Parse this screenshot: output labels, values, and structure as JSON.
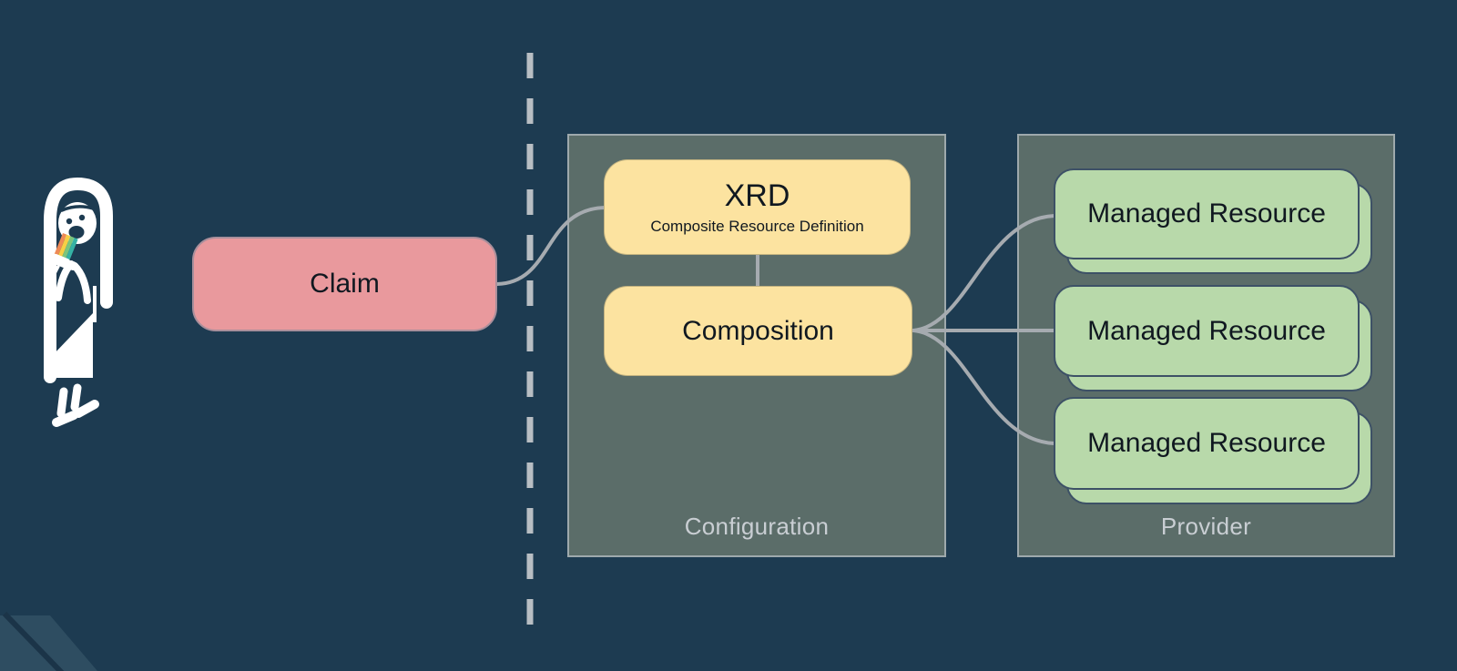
{
  "diagram": {
    "topic": "Crossplane composition architecture",
    "background_color": "#1d3b51",
    "divider": {
      "style": "dashed-vertical",
      "color": "#b8bec3"
    },
    "connector_color": "#a6abb0"
  },
  "nodes": {
    "claim": {
      "label": "Claim",
      "fill": "#e9999d"
    },
    "xrd": {
      "label": "XRD",
      "sublabel": "Composite Resource Definition",
      "fill": "#fce3a0"
    },
    "composition": {
      "label": "Composition",
      "fill": "#fce3a0"
    },
    "managed_resources": [
      {
        "label": "Managed Resource",
        "fill": "#b8d9aa",
        "stacked": true
      },
      {
        "label": "Managed Resource",
        "fill": "#b8d9aa",
        "stacked": true
      },
      {
        "label": "Managed Resource",
        "fill": "#b8d9aa",
        "stacked": true
      }
    ]
  },
  "groups": {
    "configuration": {
      "label": "Configuration",
      "fill": "#5b6d69",
      "border": "#9ea9ac"
    },
    "provider": {
      "label": "Provider",
      "fill": "#5b6d69",
      "border": "#9ea9ac"
    }
  },
  "edges": [
    {
      "from": "claim",
      "to": "xrd"
    },
    {
      "from": "xrd",
      "to": "composition"
    },
    {
      "from": "composition",
      "to": "managed_resource_1"
    },
    {
      "from": "composition",
      "to": "managed_resource_2"
    },
    {
      "from": "composition",
      "to": "managed_resource_3"
    }
  ],
  "decorations": {
    "person": {
      "name": "person-eating-rainbow-popsicle-illustration"
    },
    "corner": {
      "name": "diagonal-corner-stripes"
    }
  }
}
